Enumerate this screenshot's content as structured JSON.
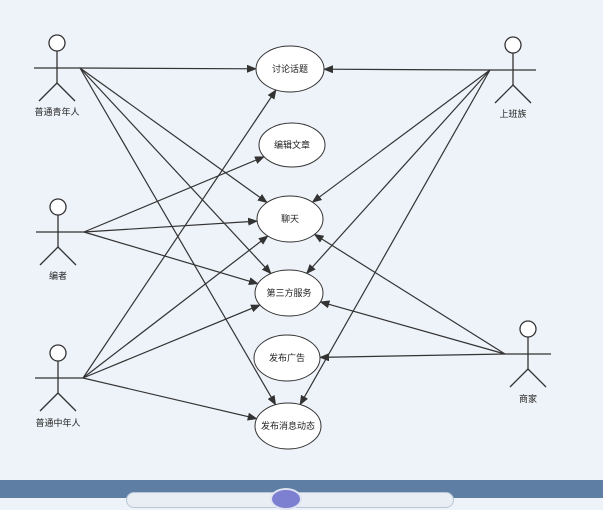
{
  "diagram": {
    "actors": [
      {
        "id": "a1",
        "label": "普通青年人"
      },
      {
        "id": "a2",
        "label": "编者"
      },
      {
        "id": "a3",
        "label": "普通中年人"
      },
      {
        "id": "a4",
        "label": "上班族"
      },
      {
        "id": "a5",
        "label": "商家"
      }
    ],
    "usecases": [
      {
        "id": "u1",
        "label": "讨论话题"
      },
      {
        "id": "u2",
        "label": "编辑文章"
      },
      {
        "id": "u3",
        "label": "聊天"
      },
      {
        "id": "u4",
        "label": "第三方服务"
      },
      {
        "id": "u5",
        "label": "发布广告"
      },
      {
        "id": "u6",
        "label": "发布消息动态"
      }
    ],
    "associations": [
      {
        "from": "a1",
        "to": "u1"
      },
      {
        "from": "a1",
        "to": "u3"
      },
      {
        "from": "a1",
        "to": "u4"
      },
      {
        "from": "a1",
        "to": "u6"
      },
      {
        "from": "a2",
        "to": "u2"
      },
      {
        "from": "a2",
        "to": "u3"
      },
      {
        "from": "a2",
        "to": "u4"
      },
      {
        "from": "a3",
        "to": "u1"
      },
      {
        "from": "a3",
        "to": "u3"
      },
      {
        "from": "a3",
        "to": "u4"
      },
      {
        "from": "a3",
        "to": "u6"
      },
      {
        "from": "a4",
        "to": "u1"
      },
      {
        "from": "a4",
        "to": "u3"
      },
      {
        "from": "a4",
        "to": "u4"
      },
      {
        "from": "a4",
        "to": "u6"
      },
      {
        "from": "a5",
        "to": "u3"
      },
      {
        "from": "a5",
        "to": "u4"
      },
      {
        "from": "a5",
        "to": "u5"
      }
    ]
  },
  "colors": {
    "background": "#eef3f9",
    "stroke": "#333333",
    "usecase_fill": "#ffffff",
    "bottom_bar": "#5e7fa3"
  }
}
